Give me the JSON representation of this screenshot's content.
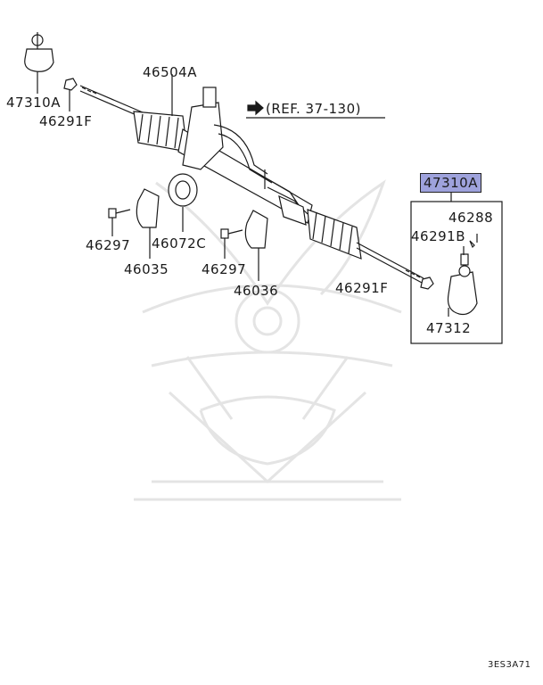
{
  "callouts": {
    "tie_rod_end_left": "47310A",
    "jam_nut_left": "46291F",
    "gear_box_assy": "46504A",
    "ref_note": "(REF. 37-130)",
    "tie_rod_end_right_highlight": "47310A",
    "cotter_pin": "46288",
    "nut_right": "46291B",
    "bolt_left": "46297",
    "bushing": "46072C",
    "clamp_left": "46035",
    "bolt_right": "46297",
    "clamp_right": "46036",
    "jam_nut_right": "46291F",
    "tie_rod_end_right": "47312"
  },
  "diagram_code": "3ES3A71",
  "colors": {
    "line": "#1a1a1a",
    "highlight": "#9ea2dc",
    "watermark": "#e6e6e6"
  }
}
